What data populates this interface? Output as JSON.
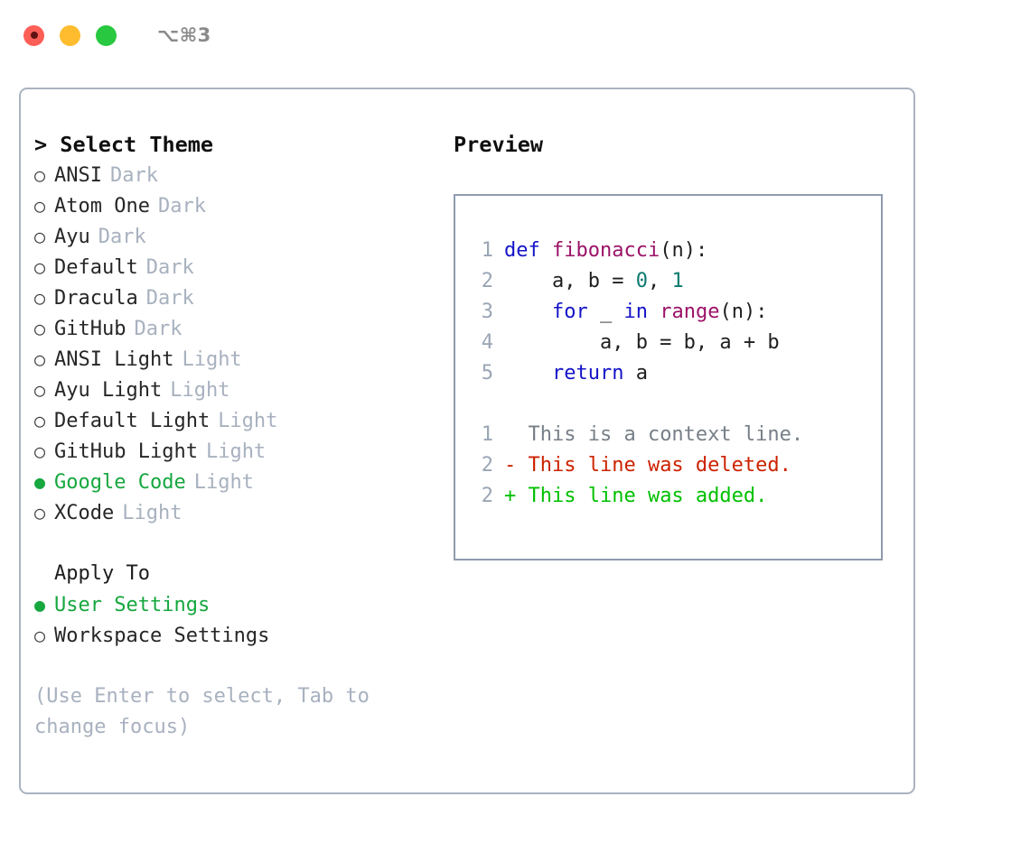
{
  "window": {
    "shortcut_label": "⌥⌘3",
    "traffic_lights": [
      {
        "name": "close",
        "color": "#fd5f57"
      },
      {
        "name": "minimize",
        "color": "#febc2e"
      },
      {
        "name": "maximize",
        "color": "#28c840"
      }
    ]
  },
  "theme_picker": {
    "header": "> Select Theme",
    "options": [
      {
        "bullet": "○",
        "label": "ANSI",
        "suffix": "Dark",
        "selected": false
      },
      {
        "bullet": "○",
        "label": "Atom One",
        "suffix": "Dark",
        "selected": false
      },
      {
        "bullet": "○",
        "label": "Ayu",
        "suffix": "Dark",
        "selected": false
      },
      {
        "bullet": "○",
        "label": "Default",
        "suffix": "Dark",
        "selected": false
      },
      {
        "bullet": "○",
        "label": "Dracula",
        "suffix": "Dark",
        "selected": false
      },
      {
        "bullet": "○",
        "label": "GitHub",
        "suffix": "Dark",
        "selected": false
      },
      {
        "bullet": "○",
        "label": "ANSI Light",
        "suffix": "Light",
        "selected": false
      },
      {
        "bullet": "○",
        "label": "Ayu Light",
        "suffix": "Light",
        "selected": false
      },
      {
        "bullet": "○",
        "label": "Default Light",
        "suffix": "Light",
        "selected": false
      },
      {
        "bullet": "○",
        "label": "GitHub Light",
        "suffix": "Light",
        "selected": false
      },
      {
        "bullet": "●",
        "label": "Google Code",
        "suffix": "Light",
        "selected": true
      },
      {
        "bullet": "○",
        "label": "XCode",
        "suffix": "Light",
        "selected": false
      }
    ]
  },
  "apply_to": {
    "header": "Apply To",
    "options": [
      {
        "bullet": "●",
        "label": "User Settings",
        "selected": true
      },
      {
        "bullet": "○",
        "label": "Workspace Settings",
        "selected": false
      }
    ]
  },
  "hint": "(Use Enter to select, Tab to change focus)",
  "preview": {
    "title": "Preview",
    "code_lines": [
      {
        "num": "1",
        "tokens": [
          {
            "t": "def",
            "c": "kw"
          },
          {
            "t": " ",
            "c": "txt"
          },
          {
            "t": "fibonacci",
            "c": "fn"
          },
          {
            "t": "(n):",
            "c": "txt"
          }
        ]
      },
      {
        "num": "2",
        "tokens": [
          {
            "t": "    a, b = ",
            "c": "txt"
          },
          {
            "t": "0",
            "c": "num"
          },
          {
            "t": ", ",
            "c": "txt"
          },
          {
            "t": "1",
            "c": "num"
          }
        ]
      },
      {
        "num": "3",
        "tokens": [
          {
            "t": "    ",
            "c": "txt"
          },
          {
            "t": "for",
            "c": "kw"
          },
          {
            "t": " _ ",
            "c": "txt"
          },
          {
            "t": "in",
            "c": "kw"
          },
          {
            "t": " ",
            "c": "txt"
          },
          {
            "t": "range",
            "c": "fn"
          },
          {
            "t": "(n):",
            "c": "txt"
          }
        ]
      },
      {
        "num": "4",
        "tokens": [
          {
            "t": "        a, b = b, a + b",
            "c": "txt"
          }
        ]
      },
      {
        "num": "5",
        "tokens": [
          {
            "t": "    ",
            "c": "txt"
          },
          {
            "t": "return",
            "c": "kw"
          },
          {
            "t": " a",
            "c": "txt"
          }
        ]
      }
    ],
    "diff_lines": [
      {
        "num": "1",
        "marker": " ",
        "text": " This is a context line.",
        "kind": "ctx"
      },
      {
        "num": "2",
        "marker": "-",
        "text": " This line was deleted.",
        "kind": "del"
      },
      {
        "num": "2",
        "marker": "+",
        "text": " This line was added.",
        "kind": "add"
      }
    ]
  },
  "colors": {
    "accent_green": "#16a73f",
    "muted": "#a8b1bf",
    "panel_border": "#aab3c1",
    "preview_border": "#8e9bae",
    "keyword": "#1414c8",
    "function": "#9c1268",
    "number": "#0b7a70",
    "diff_deleted": "#cc2200",
    "diff_added": "#00c000"
  }
}
